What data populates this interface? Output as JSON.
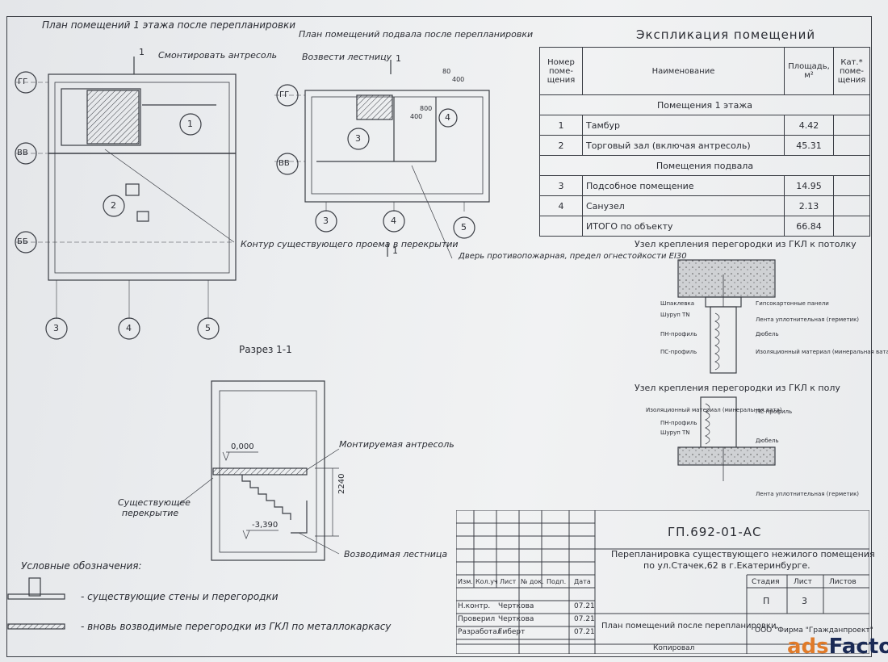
{
  "plans": {
    "floor1_title": "План помещений 1 этажа после перепланировки",
    "basement_title": "План помещений подвала после перепланировки",
    "floor1_note_mezzanine": "Смонтировать антресоль",
    "floor1_note_opening": "Контур существующего проема в перекрытии",
    "basement_note_stairs": "Возвести лестницу",
    "basement_note_door": "Дверь противопожарная, предел огнестойкости EI30",
    "axes_rows": [
      "ГГ",
      "ВВ",
      "ББ"
    ],
    "axes_cols": [
      "3",
      "4",
      "5"
    ],
    "room_marks": [
      "1",
      "2",
      "3",
      "4"
    ],
    "dims": [
      "80",
      "400",
      "400",
      "800"
    ],
    "section_mark": "1"
  },
  "section": {
    "title": "Разрез 1-1",
    "level_top": "0,000",
    "level_bottom": "-3,390",
    "height_dim": "2240",
    "note_mezzanine": "Монтируемая антресоль",
    "note_existing_slab": "Существующее перекрытие",
    "note_stairs": "Возводимая лестница"
  },
  "explication": {
    "title": "Экспликация помещений",
    "headers": [
      "Номер поме-щения",
      "Наименование",
      "Площадь, м²",
      "Кат.* поме-щения"
    ],
    "group1": "Помещения 1 этажа",
    "rows1": [
      {
        "num": "1",
        "name": "Тамбур",
        "area": "4.42"
      },
      {
        "num": "2",
        "name": "Торговый зал (включая антресоль)",
        "area": "45.31"
      }
    ],
    "group2": "Помещения подвала",
    "rows2": [
      {
        "num": "3",
        "name": "Подсобное помещение",
        "area": "14.95"
      },
      {
        "num": "4",
        "name": "Санузел",
        "area": "2.13"
      }
    ],
    "total_label": "ИТОГО по объекту",
    "total_area": "66.84"
  },
  "details": {
    "ceiling_title": "Узел крепления перегородки из ГКЛ к потолку",
    "floor_title": "Узел крепления перегородки из ГКЛ к полу",
    "ceiling_labels": [
      "Шпаклевка",
      "Шуруп TN",
      "ПН-профиль",
      "ПС-профиль",
      "Гипсокартонные панели",
      "Лента уплотнительная (герметик)",
      "Дюбель",
      "Изоляционный материал (минеральная вата)"
    ],
    "floor_labels": [
      "Изоляционный материал (минеральная вата)",
      "ПН-профиль",
      "Шуруп TN",
      "ПС-профиль",
      "Дюбель",
      "Лента уплотнительная (герметик)"
    ]
  },
  "legend": {
    "title": "Условные обозначения:",
    "item1": "- существующие стены и перегородки",
    "item2": "- вновь возводимые перегородки из ГКЛ по металлокаркасу"
  },
  "stamp": {
    "code": "ГП.692-01-АС",
    "project_line1": "Перепланировка существующего нежилого помещения",
    "project_line2": "по ул.Стачек,62 в г.Екатеринбурге.",
    "col_headers": [
      "Изм.",
      "Кол.уч",
      "Лист",
      "№ док.",
      "Подп.",
      "Дата"
    ],
    "roles": [
      "Н.контр.",
      "Проверил",
      "Разработал"
    ],
    "names": [
      "Черткова",
      "Черткова",
      "Гиберт"
    ],
    "dates": [
      "07.21",
      "07.21",
      "07.21"
    ],
    "sheet_title": "План помещений после перепланировки.",
    "stage_label": "Стадия",
    "sheet_label": "Лист",
    "sheets_label": "Листов",
    "stage": "П",
    "sheet": "3",
    "company": "ООО \"Фирма \"Гражданпроект\"",
    "copied": "Копировал"
  },
  "watermark": {
    "part1": "ads",
    "part2": "Factory"
  }
}
